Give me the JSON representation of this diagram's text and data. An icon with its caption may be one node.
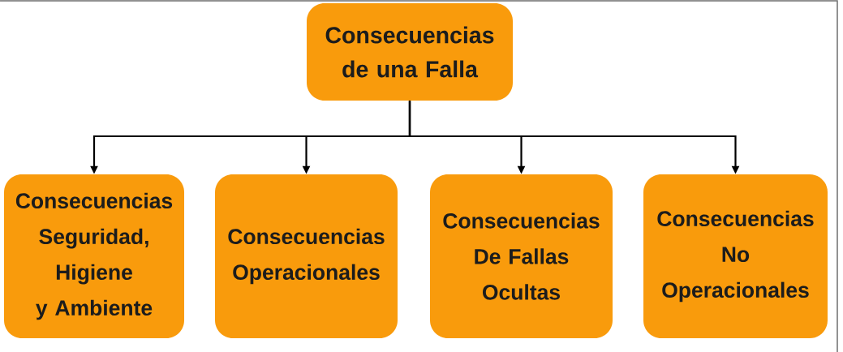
{
  "diagram": {
    "nodes": [
      {
        "text": [
          "Consecuencias de una Falla"
        ]
      },
      {
        "text": [
          "Consecuencias Seguridad, Higiene y Ambiente"
        ]
      },
      {
        "text": [
          "Consecuencias Operacionales"
        ]
      },
      {
        "text": [
          "Consecuencias De Fallas Ocultas"
        ]
      },
      {
        "text": [
          "Consecuencias No Operacionales"
        ]
      }
    ],
    "edges": [
      {
        "from": 0,
        "to": 1,
        "arrow": "to"
      },
      {
        "from": 0,
        "to": 2,
        "arrow": "to"
      },
      {
        "from": 0,
        "to": 3,
        "arrow": "to"
      },
      {
        "from": 0,
        "to": 4,
        "arrow": "to"
      }
    ]
  }
}
